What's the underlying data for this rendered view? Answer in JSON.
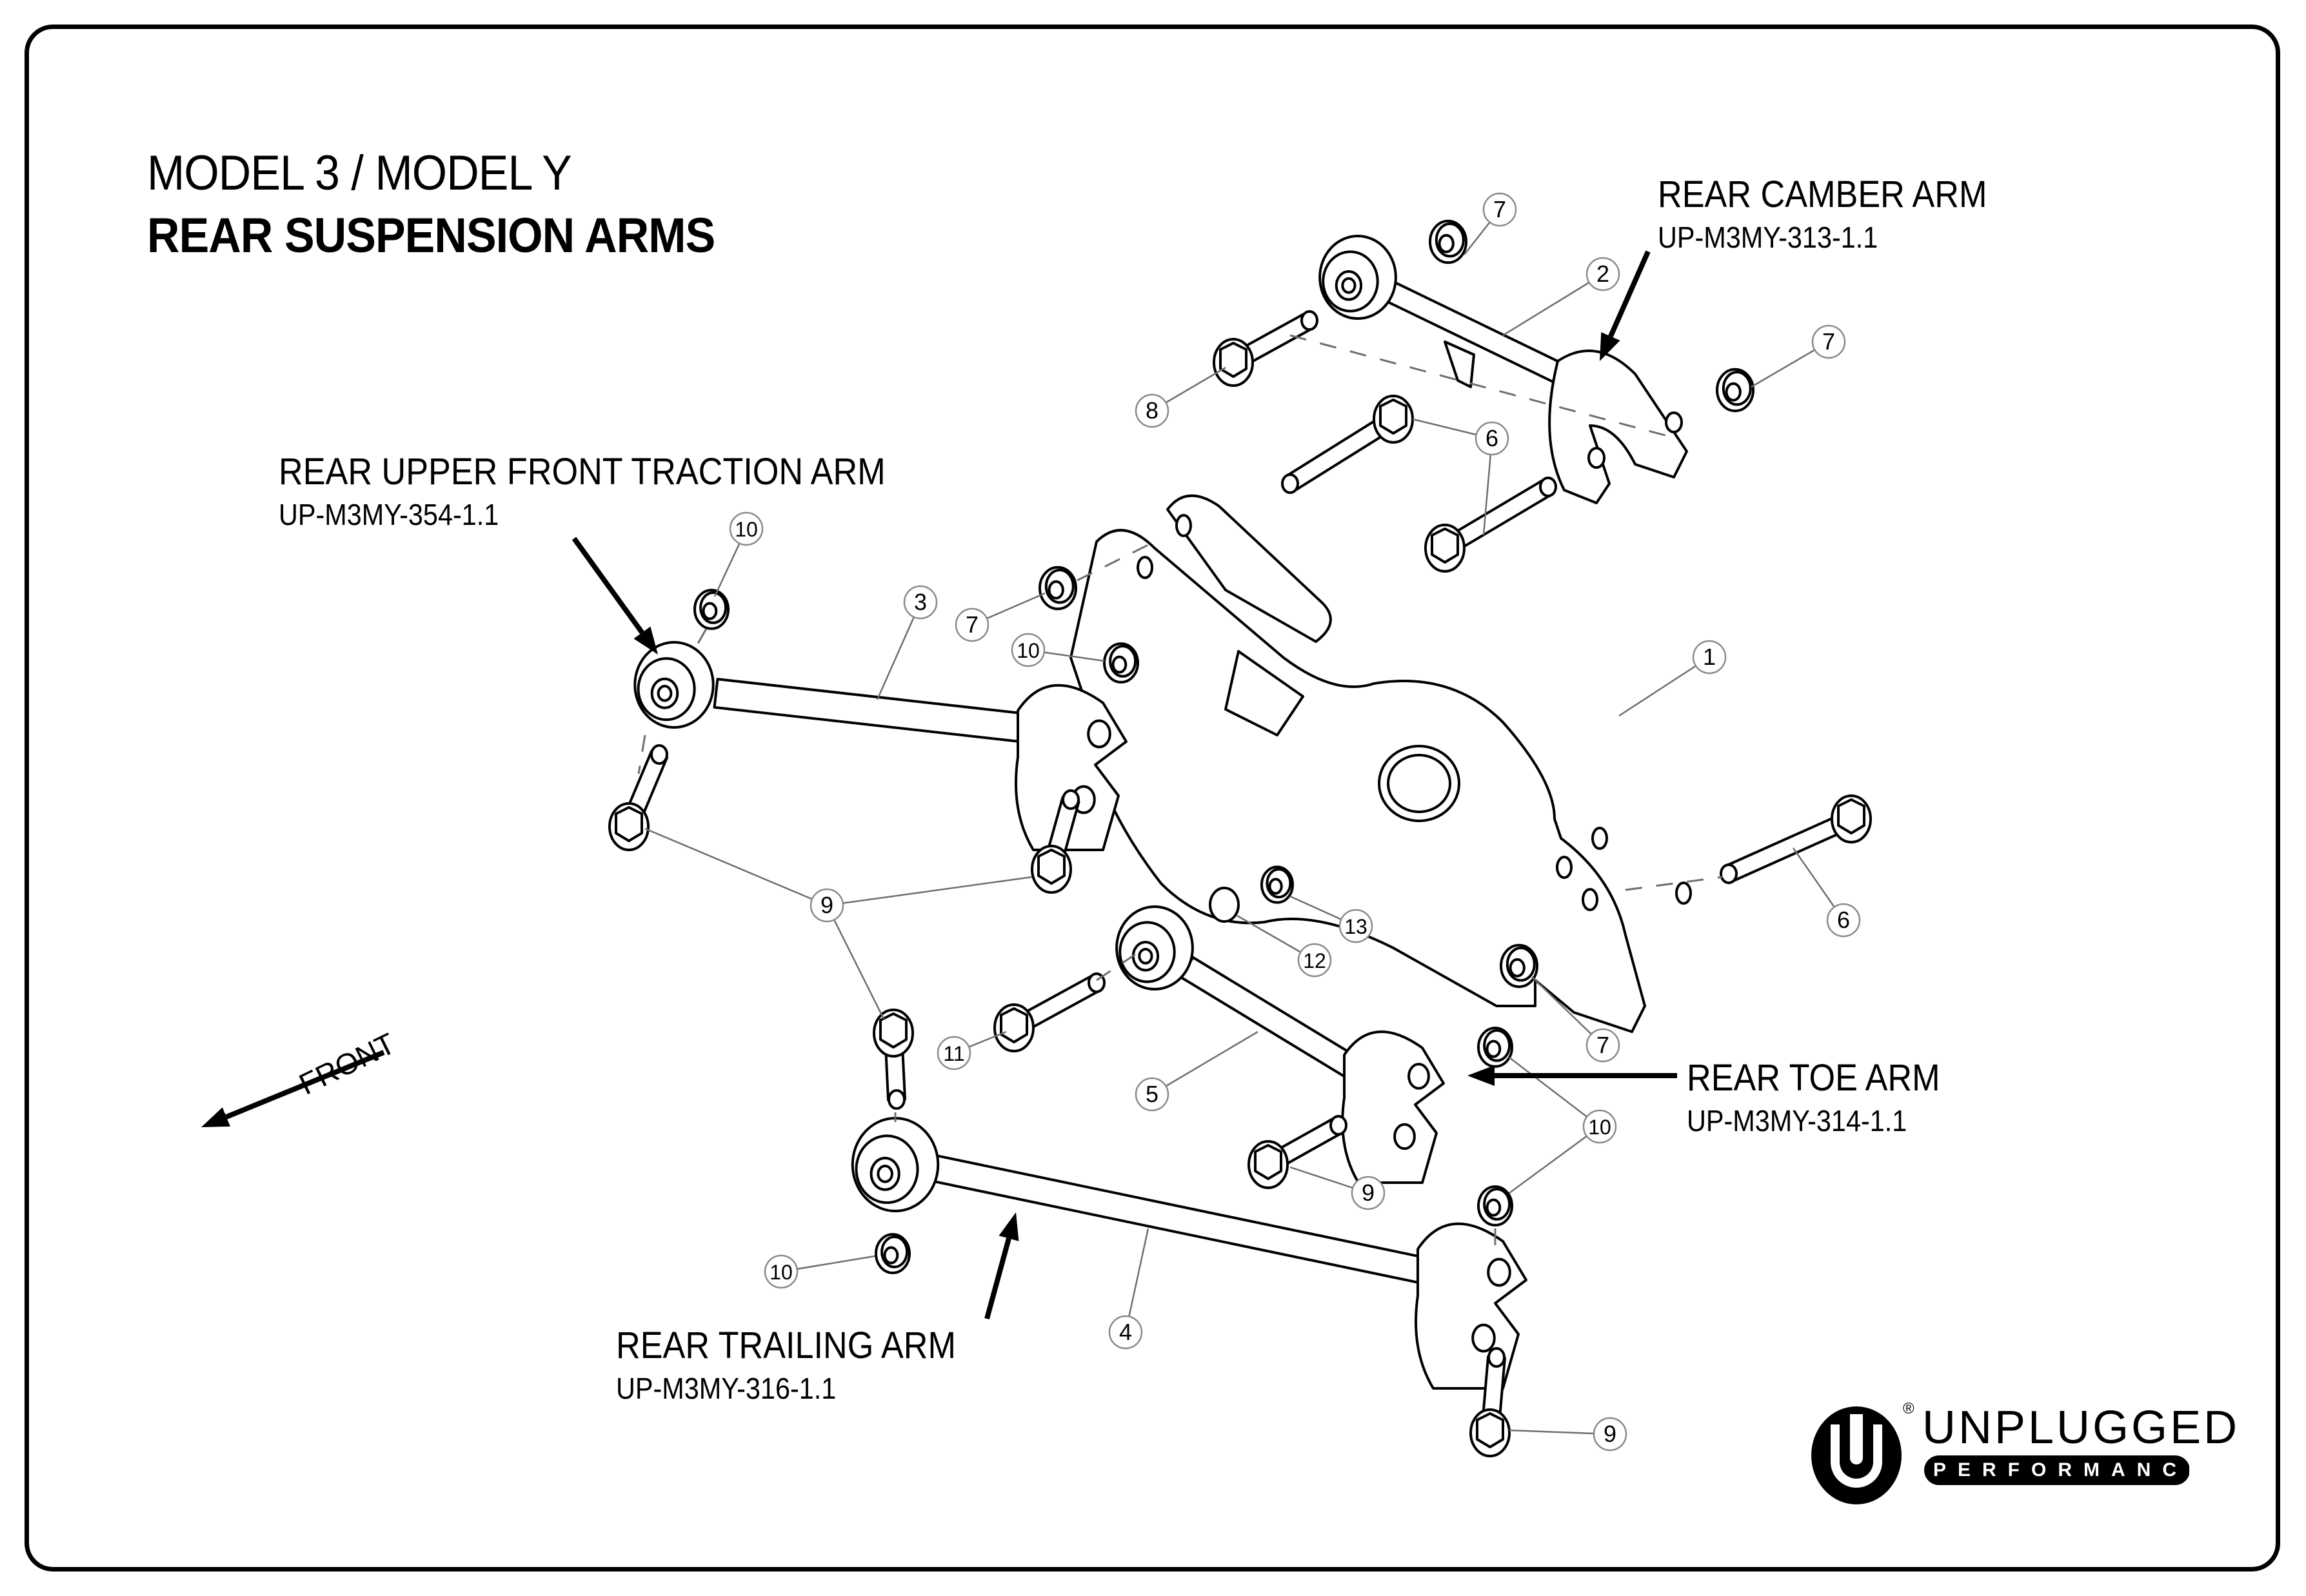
{
  "title": {
    "line1": "MODEL 3 / MODEL Y",
    "line2": "REAR SUSPENSION ARMS"
  },
  "parts": [
    {
      "id": "camber",
      "name": "REAR CAMBER ARM",
      "code": "UP-M3MY-313-1.1"
    },
    {
      "id": "traction",
      "name": "REAR UPPER FRONT TRACTION ARM",
      "code": "UP-M3MY-354-1.1"
    },
    {
      "id": "toe",
      "name": "REAR TOE ARM",
      "code": "UP-M3MY-314-1.1"
    },
    {
      "id": "trailing",
      "name": "REAR TRAILING ARM",
      "code": "UP-M3MY-316-1.1"
    }
  ],
  "orientation": {
    "label": "FRONT"
  },
  "callouts": [
    "7",
    "2",
    "7",
    "8",
    "6",
    "10",
    "3",
    "7",
    "10",
    "1",
    "9",
    "6",
    "13",
    "12",
    "11",
    "7",
    "5",
    "10",
    "9",
    "10",
    "4",
    "9"
  ],
  "brand": {
    "name": "UNPLUGGED",
    "tagline": "PERFORMANCE",
    "registered": "®"
  },
  "colors": {
    "ink": "#000000",
    "leader": "#6e6e6e",
    "paper": "#ffffff"
  }
}
